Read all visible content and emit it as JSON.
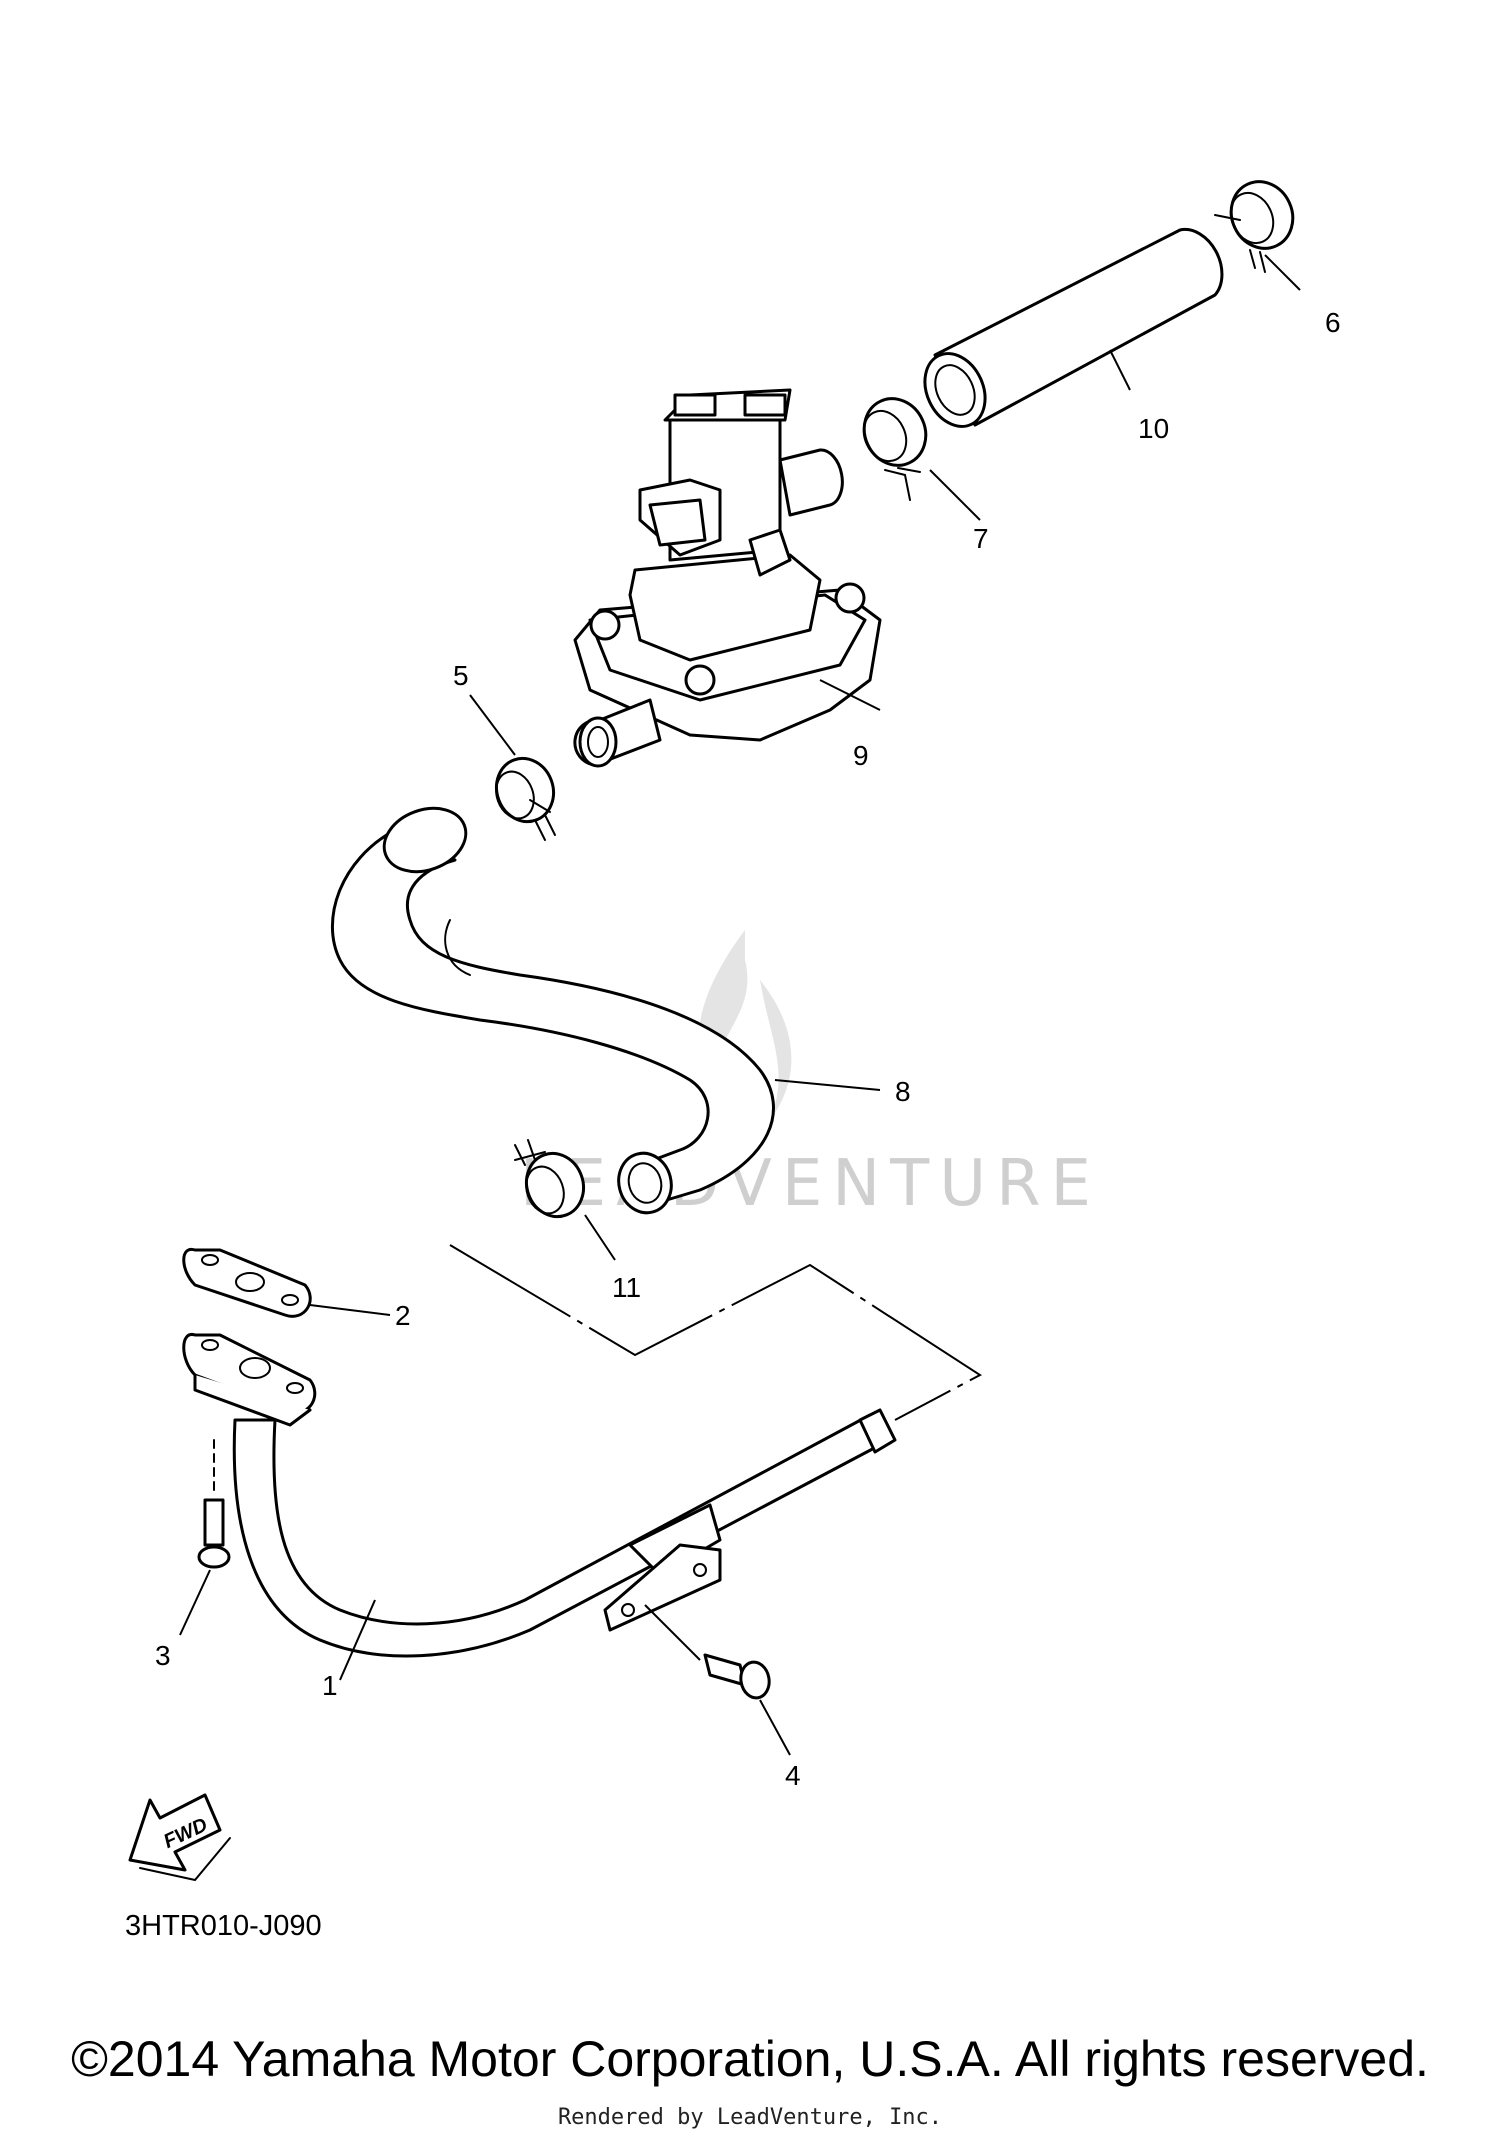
{
  "callouts": [
    {
      "id": "c1",
      "text": "1"
    },
    {
      "id": "c2",
      "text": "2"
    },
    {
      "id": "c3",
      "text": "3"
    },
    {
      "id": "c4",
      "text": "4"
    },
    {
      "id": "c5",
      "text": "5"
    },
    {
      "id": "c6",
      "text": "6"
    },
    {
      "id": "c7",
      "text": "7"
    },
    {
      "id": "c8",
      "text": "8"
    },
    {
      "id": "c9",
      "text": "9"
    },
    {
      "id": "c10",
      "text": "10"
    },
    {
      "id": "c11",
      "text": "11"
    }
  ],
  "fwd_arrow_text": "FWD",
  "reference_code": "3HTR010-J090",
  "watermark": "LEADVENTURE",
  "copyright": "©2014 Yamaha Motor Corporation, U.S.A. All rights reserved.",
  "rendered_by": "Rendered by LeadVenture, Inc.",
  "colors": {
    "line": "#000000",
    "background": "#ffffff",
    "watermark": "#cfcfcf"
  }
}
